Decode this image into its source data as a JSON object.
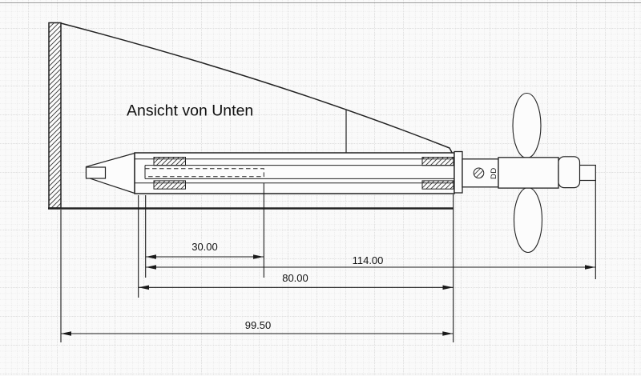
{
  "drawing": {
    "title": "Ansicht von Unten",
    "view_type": "technical-drawing",
    "annotations": {
      "shaft_label": "DD"
    },
    "dimensions": {
      "inner_shaft": "30.00",
      "overall_shaft": "114.00",
      "tube_length": "80.00",
      "hull_to_flange": "99.50"
    },
    "colors": {
      "background": "#fafafa",
      "grid_minor": "#d8d8d8",
      "grid_major": "#c6c6c6",
      "line": "#222222",
      "dimension_line": "#1a1a1a",
      "shape_fill": "#fcfcfc"
    }
  }
}
